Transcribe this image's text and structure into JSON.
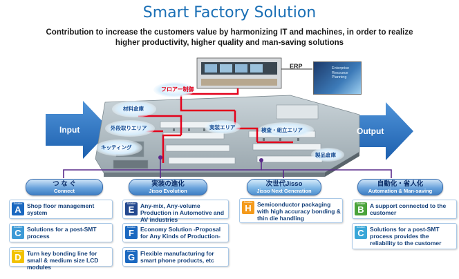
{
  "title": "Smart Factory Solution",
  "subtitle_line1": "Contribution to increase the customers value by harmonizing IT and machines, in order to realize",
  "subtitle_line2": "higher productivity, higher quality and man-saving solutions",
  "input_label": "Input",
  "output_label": "Output",
  "erp_label": "ERP",
  "erp_box_text": [
    "Enterprise",
    "Resource",
    "Planning"
  ],
  "colors": {
    "title": "#1a6fb5",
    "arrow": "#2f74c0",
    "line_red": "#e3001b",
    "line_purple": "#5a2a8a"
  },
  "categories": [
    {
      "jp": "つ な ぐ",
      "en": "Connect"
    },
    {
      "jp": "実装の進化",
      "en": "Jisso Evolution"
    },
    {
      "jp": "次世代Jisso",
      "en": "Jisso Next Generation"
    },
    {
      "jp": "自動化・省人化",
      "en": "Automation & Man-saving"
    }
  ],
  "items": {
    "connect": [
      {
        "letter": "A",
        "text": "Shop floor management system"
      },
      {
        "letter": "C",
        "text": "Solutions for a post-SMT process"
      },
      {
        "letter": "D",
        "text": "Turn key bonding line for small & medium size LCD modules"
      }
    ],
    "evolution": [
      {
        "letter": "E",
        "text": "Any-mix, Any-volume Production in Automotive and AV industries"
      },
      {
        "letter": "F",
        "text": "Economy Solution -Proposal for Any Kinds of Production-"
      },
      {
        "letter": "G",
        "text": "Flexible manufacturing for smart phone products, etc"
      }
    ],
    "next": [
      {
        "letter": "H",
        "text": "Semiconductor packaging with high accuracy bonding & thin die handling"
      }
    ],
    "automation": [
      {
        "letter": "B",
        "text": "A support connected to the customer"
      },
      {
        "letter": "C",
        "text": "Solutions for a post-SMT process provides the reliability to the customer"
      }
    ]
  },
  "badge_tag": "Solution",
  "area_labels": {
    "floor_control": "フロアー制御",
    "material_warehouse": "材料倉庫",
    "external_area": "外段取りエリア",
    "kitting": "キッティング",
    "mount": "実装エリア",
    "inspection": "検査・組立エリア",
    "product_warehouse": "製品倉庫"
  }
}
